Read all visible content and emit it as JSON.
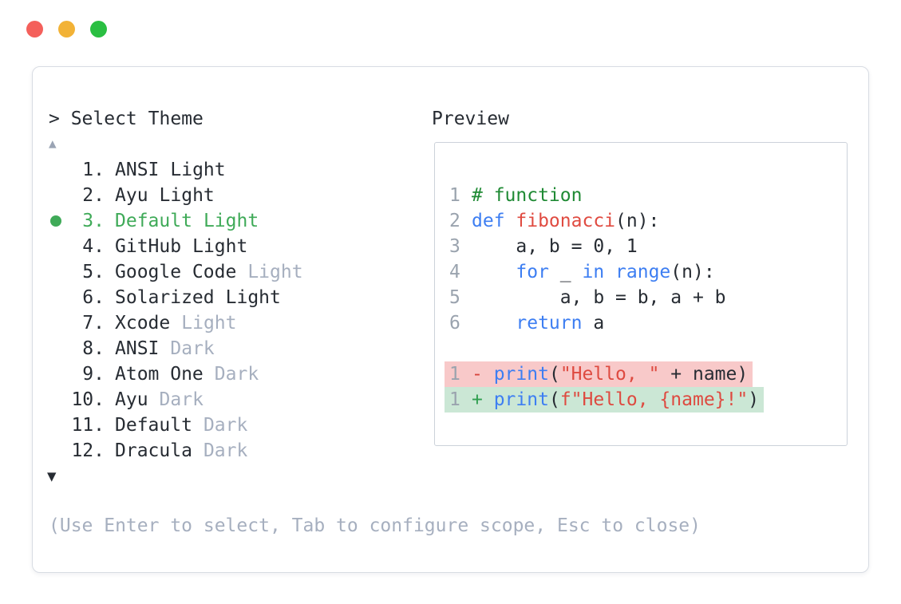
{
  "window_controls": {
    "close_color": "#f4605b",
    "minimize_color": "#f2b236",
    "zoom_color": "#2abf42"
  },
  "theme_picker": {
    "prompt": "> Select Theme",
    "scroll_up_symbol": "▲",
    "scroll_down_symbol": "▼",
    "selected_item": "Default Light",
    "items": [
      {
        "number": "1.",
        "name": "ANSI",
        "suffix": "Light",
        "row_class": "",
        "suffix_class": ""
      },
      {
        "number": "2.",
        "name": "Ayu",
        "suffix": "Light",
        "row_class": "",
        "suffix_class": ""
      },
      {
        "number": "3.",
        "name": "Default",
        "suffix": "Light",
        "row_class": "selected",
        "suffix_class": ""
      },
      {
        "number": "4.",
        "name": "GitHub",
        "suffix": "Light",
        "row_class": "",
        "suffix_class": ""
      },
      {
        "number": "5.",
        "name": "Google Code",
        "suffix": "Light",
        "row_class": "",
        "suffix_class": "muted"
      },
      {
        "number": "6.",
        "name": "Solarized",
        "suffix": "Light",
        "row_class": "",
        "suffix_class": ""
      },
      {
        "number": "7.",
        "name": "Xcode",
        "suffix": "Light",
        "row_class": "",
        "suffix_class": "muted"
      },
      {
        "number": "8.",
        "name": "ANSI",
        "suffix": "Dark",
        "row_class": "",
        "suffix_class": "muted"
      },
      {
        "number": "9.",
        "name": "Atom One",
        "suffix": "Dark",
        "row_class": "",
        "suffix_class": "muted"
      },
      {
        "number": "10.",
        "name": "Ayu",
        "suffix": "Dark",
        "row_class": "",
        "suffix_class": "muted"
      },
      {
        "number": "11.",
        "name": "Default",
        "suffix": "Dark",
        "row_class": "",
        "suffix_class": "muted"
      },
      {
        "number": "12.",
        "name": "Dracula",
        "suffix": "Dark",
        "row_class": "",
        "suffix_class": "muted"
      }
    ],
    "footer_hint": "(Use Enter to select, Tab to configure scope, Esc to close)"
  },
  "preview": {
    "title": "Preview",
    "lines": [
      {
        "no": "1",
        "comment": "# function"
      },
      {
        "no": "2",
        "kw": "def ",
        "fn": "fibonacci",
        "plain": "(n):"
      },
      {
        "no": "3",
        "plain": "    a, b = 0, 1"
      },
      {
        "no": "4",
        "plain1": "    ",
        "kw1": "for",
        "plain2": " _ ",
        "kw2": "in",
        "kw3": " range",
        "plain3": "(n):"
      },
      {
        "no": "5",
        "plain": "        a, b = b, a + b"
      },
      {
        "no": "6",
        "plain1": "    ",
        "kw": "return",
        "plain2": " a"
      }
    ],
    "diff": [
      {
        "no": "1",
        "sign": "- ",
        "call": "print",
        "plain1": "(",
        "str": "\"Hello, \"",
        "plain2": " + name)",
        "sign_class": "sign-del",
        "hl_class": "hl-del"
      },
      {
        "no": "1",
        "sign": "+ ",
        "call": "print",
        "plain1": "(",
        "str": "f\"Hello, {name}!\"",
        "plain2": ")",
        "sign_class": "sign-add",
        "hl_class": "hl-add"
      }
    ]
  },
  "colors": {
    "selected_green": "#3faa58",
    "muted_text": "#a6afbf",
    "primary_text": "#272c33",
    "comment_green": "#1f8a34",
    "keyword_blue": "#3d7ef2",
    "function_red": "#e04b41",
    "string_red": "#de4a40",
    "diff_removed_bg": "#f8c9c9",
    "diff_added_bg": "#cbe7d5",
    "panel_border": "#d8dce3",
    "preview_border": "#ccd2da",
    "line_number_gray": "#9aa3ae"
  }
}
